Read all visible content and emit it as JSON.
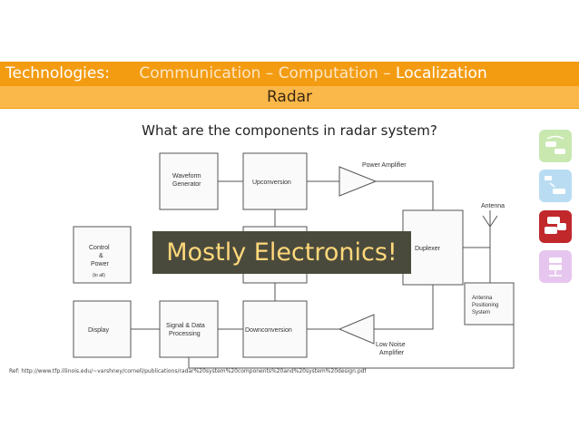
{
  "header": {
    "label": "Technologies:",
    "item1": "Communication",
    "sep1": "–",
    "item2": "Computation",
    "sep2": "–",
    "item3": "Localization",
    "line2": "Radar"
  },
  "question": "What are the components in radar system?",
  "callout": "Mostly Electronics!",
  "diagram": {
    "waveform": [
      "Waveform",
      "Generator"
    ],
    "upconversion": "Upconversion",
    "power_amp": "Power Amplifier",
    "antenna": "Antenna",
    "control": [
      "Control",
      "&",
      "Power"
    ],
    "control_note": "(to all)",
    "duplexer": "Duplexer",
    "antenna_pos": [
      "Antenna",
      "Positioning",
      "System"
    ],
    "display": "Display",
    "signal": [
      "Signal & Data",
      "Processing"
    ],
    "downconversion": "Downconversion",
    "lna": [
      "Low Noise",
      "Amplifier"
    ]
  },
  "reference": "Ref: http://www.tfp.illinois.edu/~varshney/cornell/publications/radar%20system%20components%20and%20system%20design.pdf",
  "side_icons": [
    {
      "name": "network-cars-icon",
      "color": "#c8e8b0"
    },
    {
      "name": "satellite-car-icon",
      "color": "#b9dcf2"
    },
    {
      "name": "cars-icon",
      "color": "#c0282c"
    },
    {
      "name": "server-icon",
      "color": "#e6c6ee"
    }
  ]
}
